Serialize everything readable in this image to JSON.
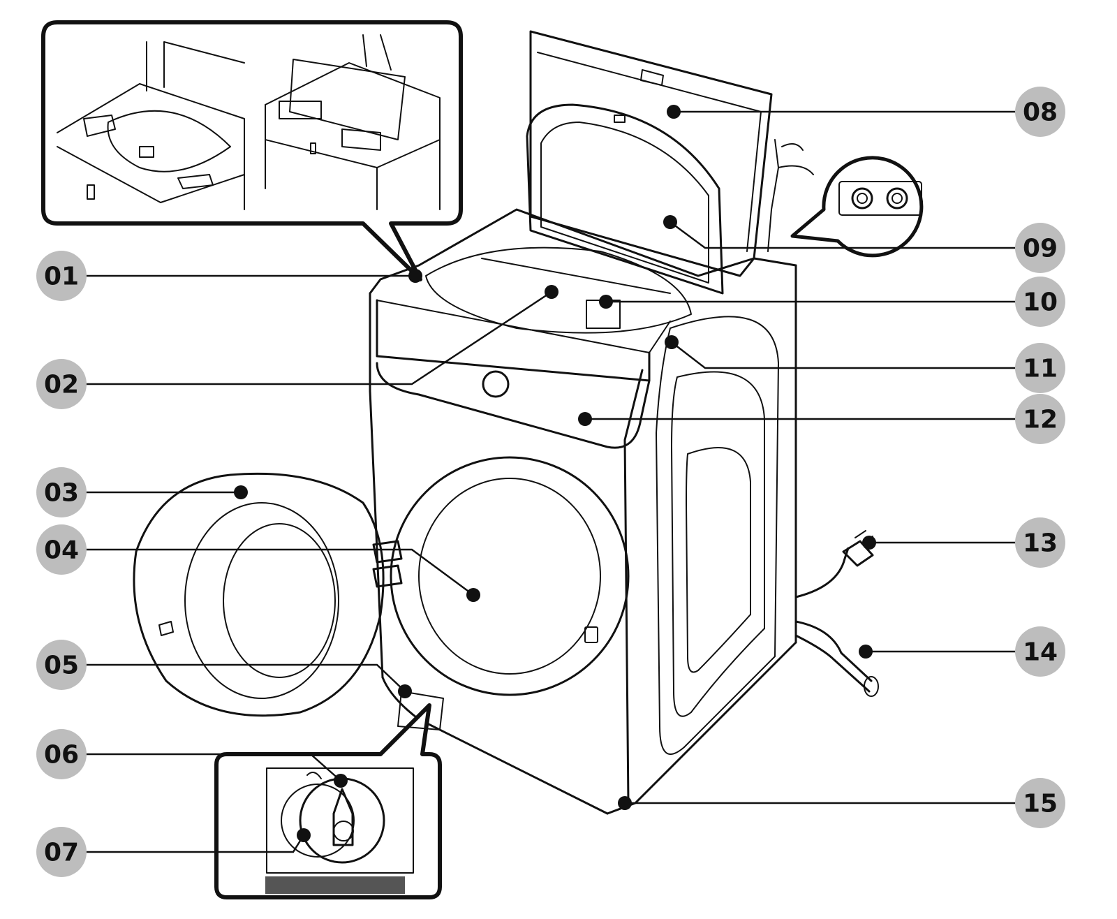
{
  "callouts": [
    {
      "id": "01",
      "label": "01",
      "side": "left"
    },
    {
      "id": "02",
      "label": "02",
      "side": "left"
    },
    {
      "id": "03",
      "label": "03",
      "side": "left"
    },
    {
      "id": "04",
      "label": "04",
      "side": "left"
    },
    {
      "id": "05",
      "label": "05",
      "side": "left"
    },
    {
      "id": "06",
      "label": "06",
      "side": "left"
    },
    {
      "id": "07",
      "label": "07",
      "side": "left"
    },
    {
      "id": "08",
      "label": "08",
      "side": "right"
    },
    {
      "id": "09",
      "label": "09",
      "side": "right"
    },
    {
      "id": "10",
      "label": "10",
      "side": "right"
    },
    {
      "id": "11",
      "label": "11",
      "side": "right"
    },
    {
      "id": "12",
      "label": "12",
      "side": "right"
    },
    {
      "id": "13",
      "label": "13",
      "side": "right"
    },
    {
      "id": "14",
      "label": "14",
      "side": "right"
    },
    {
      "id": "15",
      "label": "15",
      "side": "right"
    }
  ],
  "colors": {
    "badge": "#bdbdbd",
    "line": "#111111",
    "background": "#ffffff"
  }
}
